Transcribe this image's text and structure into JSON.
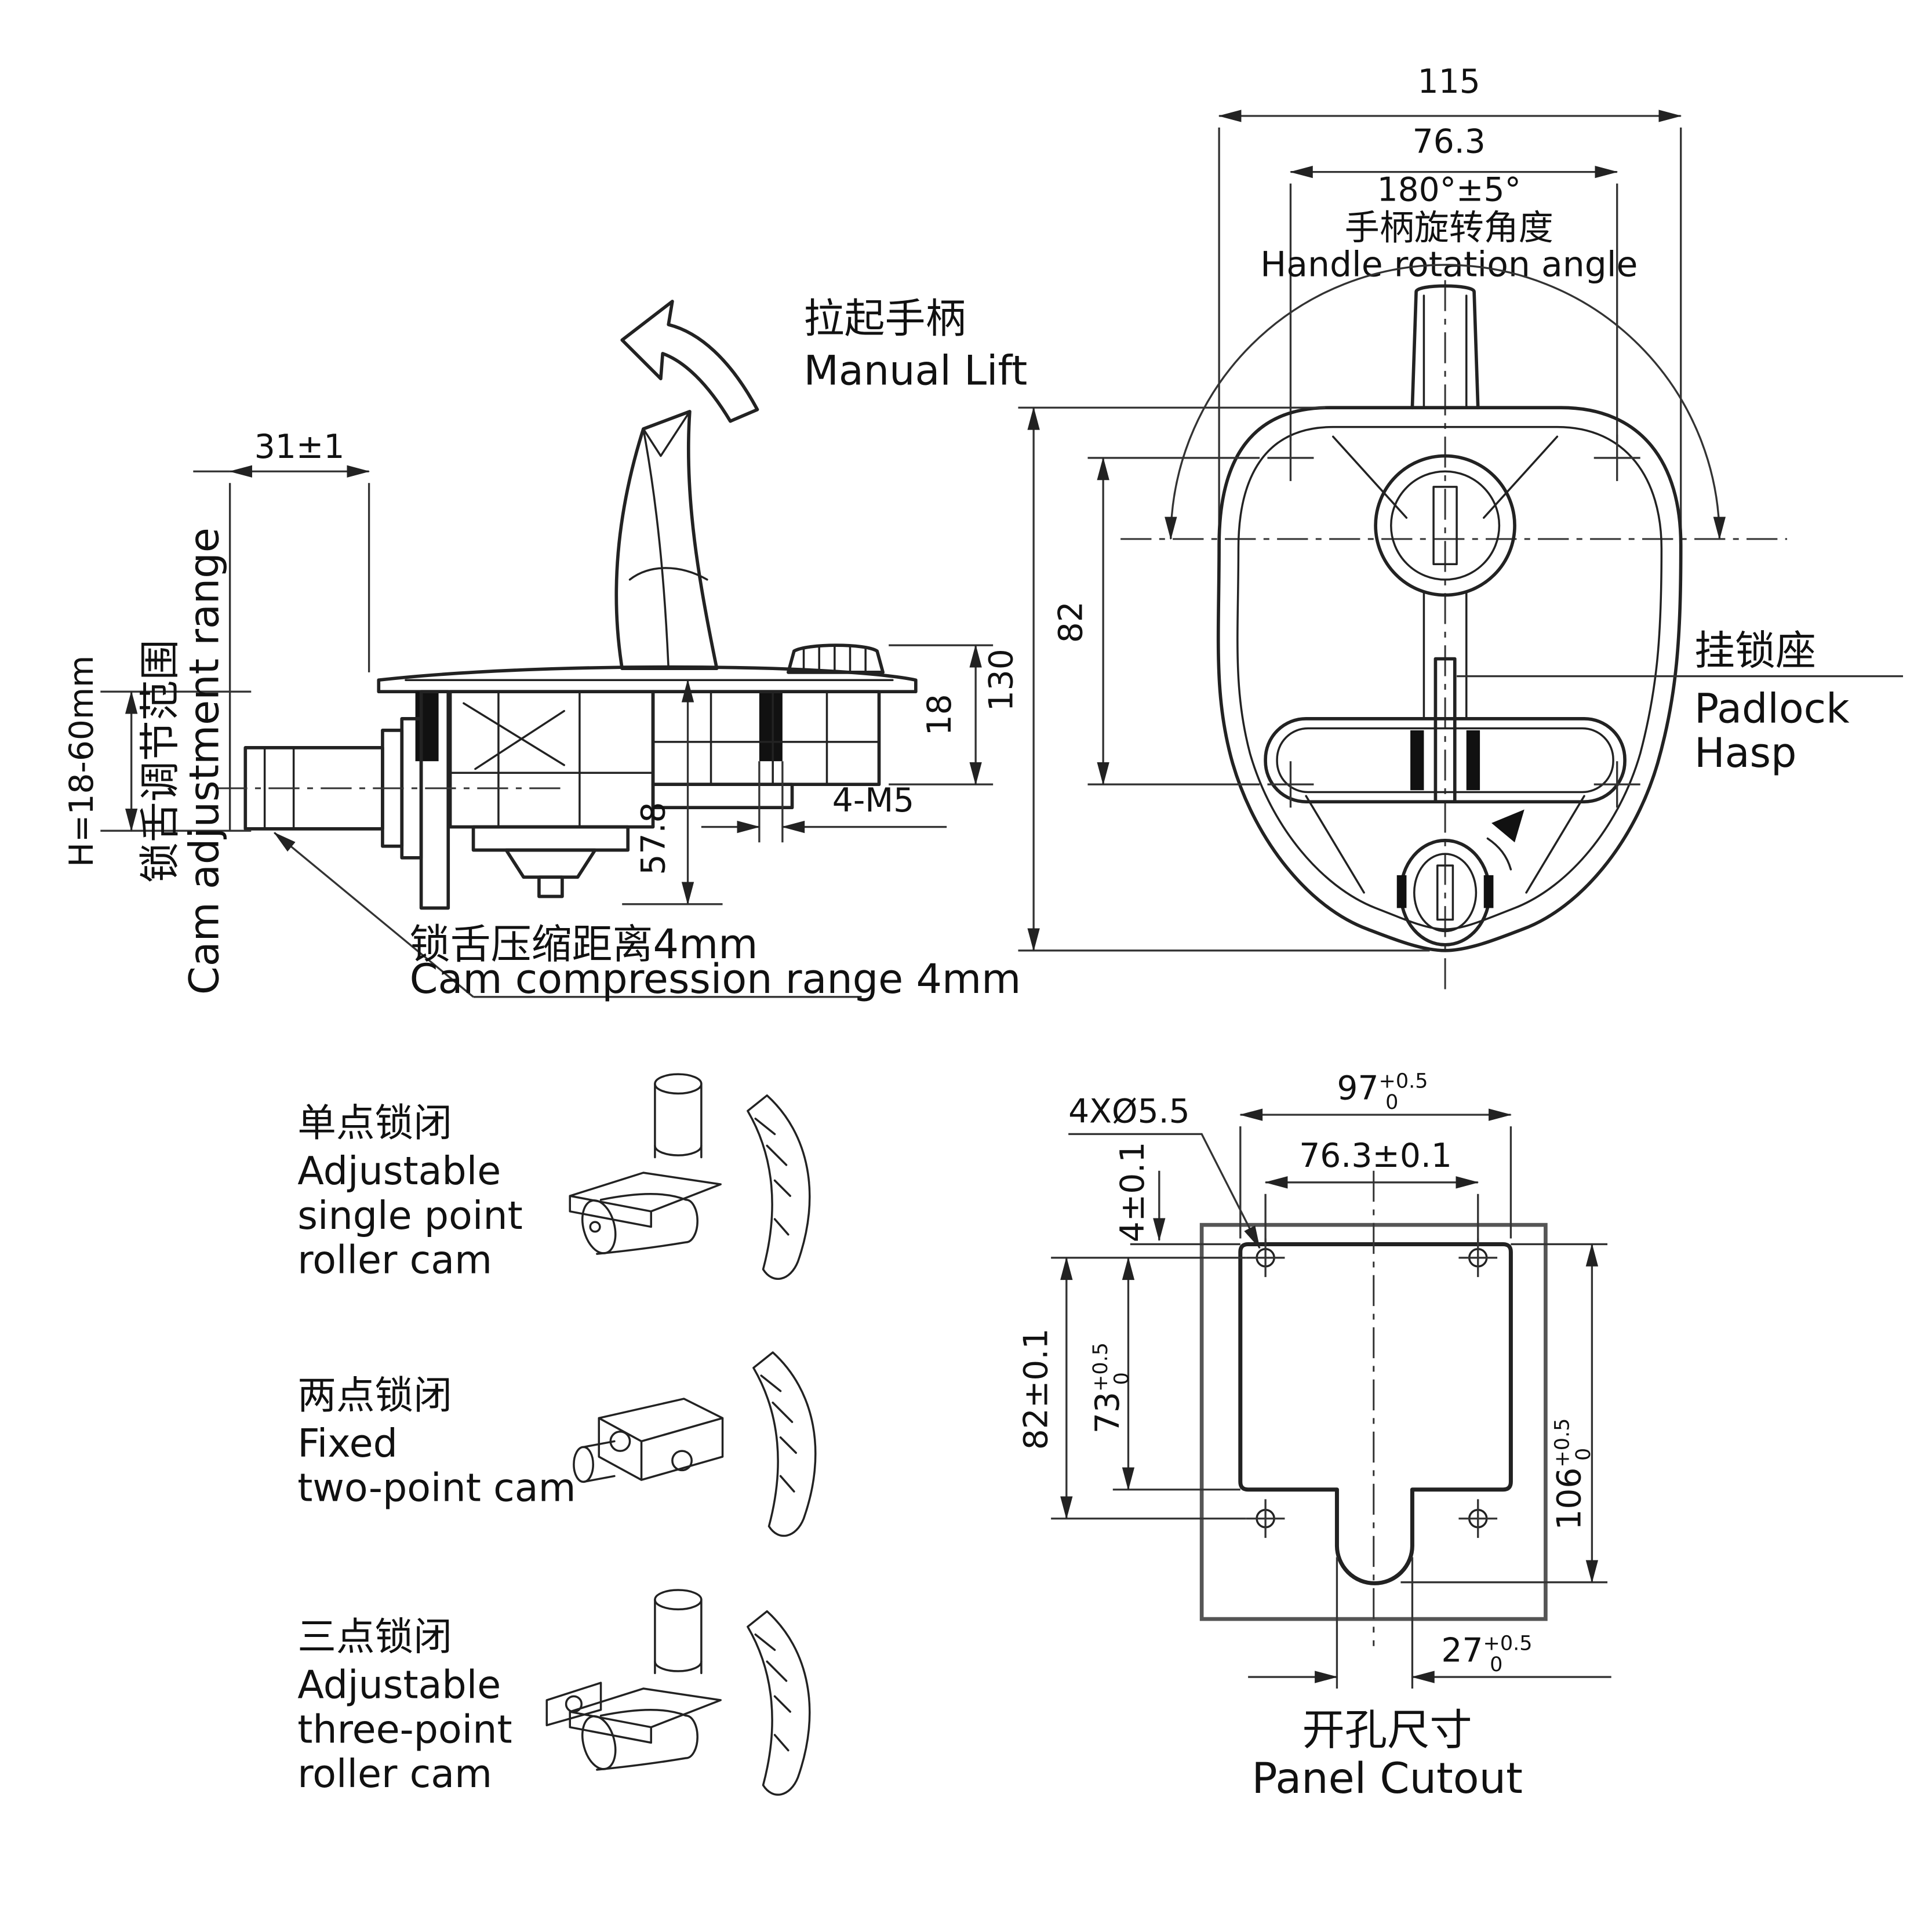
{
  "side_view": {
    "dim_31": "31±1",
    "dim_h": "H=18-60mm",
    "cam_range_cn": "锁舌调节范围",
    "cam_range_en": "Cam adjustment range",
    "lift_cn": "拉起手柄",
    "lift_en": "Manual Lift",
    "dim_18": "18",
    "dim_4m5": "4-M5",
    "dim_578": "57.8",
    "compression_cn": "锁舌压缩距离4mm",
    "compression_en": "Cam compression range 4mm"
  },
  "front_view": {
    "dim_115": "115",
    "dim_763": "76.3",
    "rotation_angle": "180°±5°",
    "rotation_cn": "手柄旋转角度",
    "rotation_en": "Handle rotation angle",
    "dim_82": "82",
    "dim_130": "130",
    "padlock_cn": "挂锁座",
    "padlock_en_1": "Padlock",
    "padlock_en_2": "Hasp"
  },
  "variants": [
    {
      "cn": "单点锁闭",
      "en": [
        "Adjustable",
        "single point",
        "roller cam"
      ]
    },
    {
      "cn": "两点锁闭",
      "en": [
        "Fixed",
        "two-point cam"
      ]
    },
    {
      "cn": "三点锁闭",
      "en": [
        "Adjustable",
        "three-point",
        "roller cam"
      ]
    }
  ],
  "panel_cutout": {
    "holes_label": "4XØ5.5",
    "dim_97": {
      "value": "97",
      "sup": "+0.5",
      "sub": "0"
    },
    "dim_763": "76.3±0.1",
    "dim_4": "4±0.1",
    "dim_82": "82±0.1",
    "dim_73": {
      "value": "73",
      "sup": "+0.5",
      "sub": "0"
    },
    "dim_106": {
      "value": "106",
      "sup": "+0.5",
      "sub": "0"
    },
    "dim_27": {
      "value": "27",
      "sup": "+0.5",
      "sub": "0"
    },
    "title_cn": "开孔尺寸",
    "title_en": "Panel Cutout"
  }
}
